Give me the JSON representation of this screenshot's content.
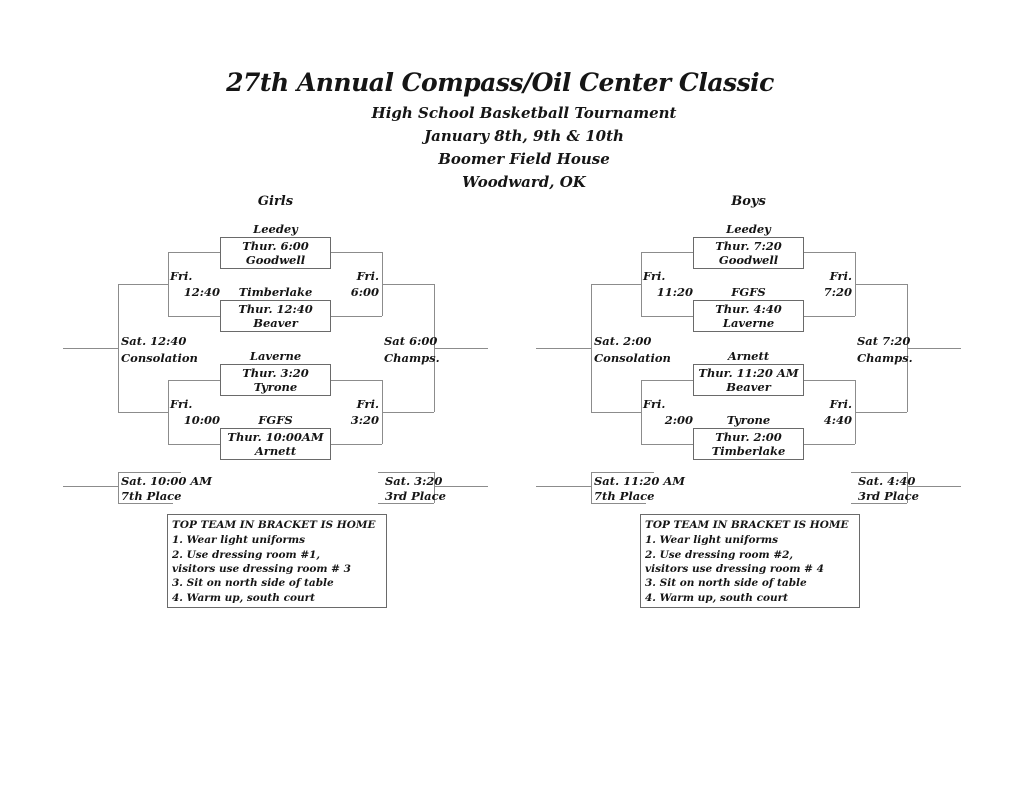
{
  "title": "27th Annual Compass/Oil Center Classic",
  "subtitle": {
    "line1": "High School Basketball Tournament",
    "line2": "January 8th, 9th & 10th",
    "line3": "Boomer Field House",
    "line4": "Woodward, OK"
  },
  "colors": {
    "line": "#8c8c8c",
    "box_border": "#6a6a6a",
    "ink": "#151515",
    "page_background": "#ffffff"
  },
  "brackets": {
    "girls": {
      "label": "Girls",
      "games": [
        {
          "top": "Leedey",
          "time": "Thur. 6:00",
          "bottom": "Goodwell"
        },
        {
          "top": "Timberlake",
          "time": "Thur. 12:40",
          "bottom": "Beaver"
        },
        {
          "top": "Laverne",
          "time": "Thur. 3:20",
          "bottom": "Tyrone"
        },
        {
          "top": "FGFS",
          "time": "Thur. 10:00AM",
          "bottom": "Arnett"
        }
      ],
      "fri_left_top": {
        "day": "Fri.",
        "time": "12:40"
      },
      "fri_left_bottom": {
        "day": "Fri.",
        "time": "10:00"
      },
      "fri_right_top": {
        "day": "Fri.",
        "time": "6:00"
      },
      "fri_right_bottom": {
        "day": "Fri.",
        "time": "3:20"
      },
      "consolation": {
        "line1": "Sat. 12:40",
        "line2": "Consolation"
      },
      "champs": {
        "line1": "Sat 6:00",
        "line2": "Champs."
      },
      "seventh": {
        "line1": "Sat. 10:00 AM",
        "line2": "7th Place"
      },
      "third": {
        "line1": "Sat. 3:20",
        "line2": "3rd Place"
      },
      "notes": [
        "TOP TEAM IN BRACKET IS HOME",
        "1. Wear light uniforms",
        "2. Use dressing room #1,",
        "visitors use dressing room # 3",
        "3. Sit on north side of table",
        "4. Warm up, south court"
      ]
    },
    "boys": {
      "label": "Boys",
      "games": [
        {
          "top": "Leedey",
          "time": "Thur. 7:20",
          "bottom": "Goodwell"
        },
        {
          "top": "FGFS",
          "time": "Thur. 4:40",
          "bottom": "Laverne"
        },
        {
          "top": "Arnett",
          "time": "Thur. 11:20 AM",
          "bottom": "Beaver"
        },
        {
          "top": "Tyrone",
          "time": "Thur. 2:00",
          "bottom": "Timberlake"
        }
      ],
      "fri_left_top": {
        "day": "Fri.",
        "time": "11:20"
      },
      "fri_left_bottom": {
        "day": "Fri.",
        "time": "2:00"
      },
      "fri_right_top": {
        "day": "Fri.",
        "time": "7:20"
      },
      "fri_right_bottom": {
        "day": "Fri.",
        "time": "4:40"
      },
      "consolation": {
        "line1": "Sat. 2:00",
        "line2": "Consolation"
      },
      "champs": {
        "line1": "Sat 7:20",
        "line2": "Champs."
      },
      "seventh": {
        "line1": "Sat. 11:20 AM",
        "line2": "7th Place"
      },
      "third": {
        "line1": "Sat. 4:40",
        "line2": "3rd Place"
      },
      "notes": [
        "TOP TEAM IN BRACKET IS HOME",
        "1. Wear light uniforms",
        "2. Use dressing room #2,",
        "visitors use dressing room # 4",
        "3. Sit on north side of table",
        "4. Warm up, south court"
      ]
    }
  }
}
